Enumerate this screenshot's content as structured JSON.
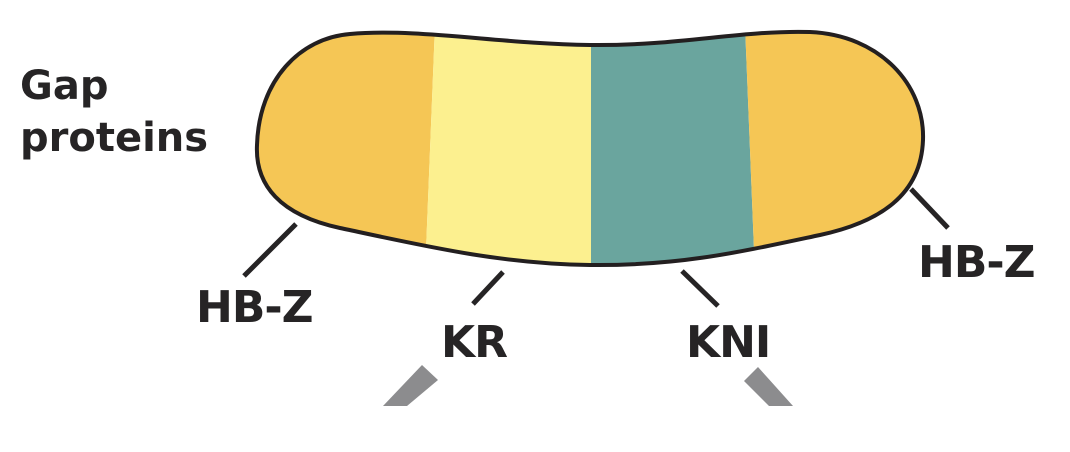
{
  "title": {
    "line1": "Gap",
    "line2": "proteins"
  },
  "embryo": {
    "outline_color": "#231f20",
    "regions": [
      {
        "name": "HB-Z anterior",
        "color": "#f5c655"
      },
      {
        "name": "KR",
        "color": "#fcf08f"
      },
      {
        "name": "KNI",
        "color": "#6aa59e"
      },
      {
        "name": "HB-Z posterior",
        "color": "#f5c655"
      }
    ]
  },
  "labels": {
    "hbz_left": "HB-Z",
    "kr": "KR",
    "kni": "KNI",
    "hbz_right": "HB-Z"
  },
  "colors": {
    "text": "#262425",
    "leader_line": "#262425",
    "connector_bar": "#8c8c8e"
  }
}
